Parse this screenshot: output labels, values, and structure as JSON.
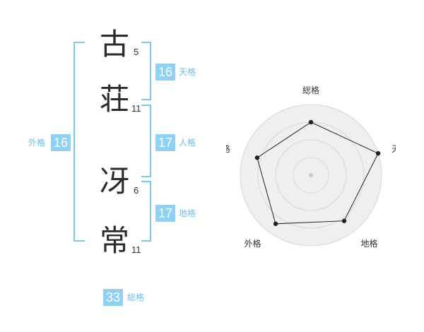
{
  "name": {
    "chars": [
      {
        "char": "古",
        "strokes": "5"
      },
      {
        "char": "荘",
        "strokes": "11"
      },
      {
        "char": "冴",
        "strokes": "6"
      },
      {
        "char": "常",
        "strokes": "11"
      }
    ]
  },
  "kakusu": {
    "tenkaku": {
      "value": "16",
      "label": "天格"
    },
    "jinkaku": {
      "value": "17",
      "label": "人格"
    },
    "chikaku": {
      "value": "17",
      "label": "地格"
    },
    "gaikaku": {
      "value": "16",
      "label": "外格"
    },
    "soukaku": {
      "value": "33",
      "label": "総格"
    }
  },
  "chart_data": {
    "type": "radar",
    "axes": [
      "総格",
      "天格",
      "地格",
      "外格",
      "人格"
    ],
    "values": [
      0.75,
      1.0,
      0.8,
      0.85,
      0.8
    ],
    "rings": 4,
    "colors": {
      "fill": "#efefef",
      "ring": "#d8d8d8",
      "line": "#222222",
      "accent": "#8fd1f5"
    }
  }
}
